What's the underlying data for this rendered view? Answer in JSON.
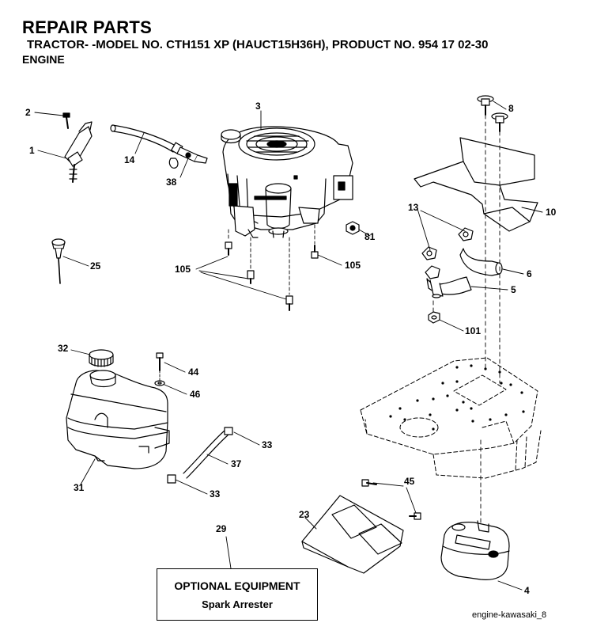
{
  "header": {
    "title": "REPAIR PARTS",
    "subtitle": "TRACTOR- -MODEL NO. CTH151 XP (HAUCT15H36H), PRODUCT NO. 954 17 02-30",
    "section": "ENGINE"
  },
  "callouts": {
    "c1": "1",
    "c2": "2",
    "c3": "3",
    "c4": "4",
    "c5": "5",
    "c6": "6",
    "c8": "8",
    "c10": "10",
    "c13": "13",
    "c14": "14",
    "c23": "23",
    "c25": "25",
    "c29": "29",
    "c31": "31",
    "c32": "32",
    "c33a": "33",
    "c33b": "33",
    "c37": "37",
    "c38": "38",
    "c44": "44",
    "c45": "45",
    "c46": "46",
    "c81": "81",
    "c101": "101",
    "c105a": "105",
    "c105b": "105"
  },
  "optional": {
    "title": "OPTIONAL EQUIPMENT",
    "item": "Spark Arrester"
  },
  "diagram_code": "engine-kawasaki_8"
}
